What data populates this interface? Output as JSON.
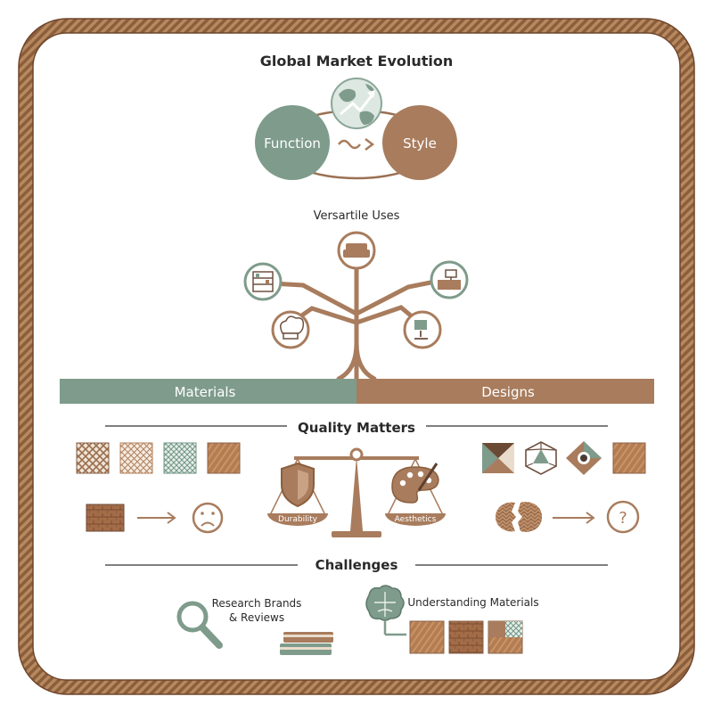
{
  "title": "Global Market Evolution",
  "evolution": {
    "left_label": "Function",
    "right_label": "Style"
  },
  "uses": {
    "heading": "Versartile Uses",
    "icons": [
      "sofa-icon",
      "kitchen-shelf-icon",
      "desk-icon",
      "chef-hat-icon",
      "office-chair-icon"
    ]
  },
  "split_bar": {
    "left_label": "Materials",
    "right_label": "Designs"
  },
  "quality": {
    "heading": "Quality Matters",
    "scale_left_label": "Durability",
    "scale_right_label": "Aesthetics",
    "left_outcome": "sad-face-icon",
    "right_outcome": "question-mark-icon",
    "question_symbol": "?"
  },
  "challenges": {
    "heading": "Challenges",
    "research_line1": "Research Brands",
    "research_line2": "& Reviews",
    "materials_label": "Understanding Materials"
  },
  "colors": {
    "green": "#7e9b8b",
    "brown": "#a87c5d",
    "frame": "#8b5e3c",
    "text": "#2a2a2a"
  }
}
